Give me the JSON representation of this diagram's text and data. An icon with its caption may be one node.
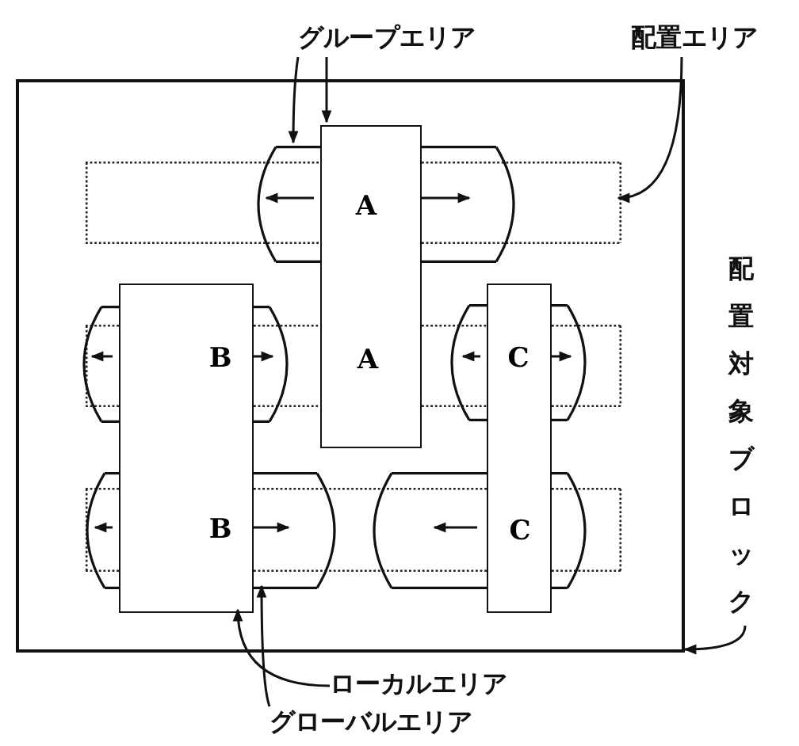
{
  "diagram": {
    "nodes": [
      {
        "text": [],
        "shape": "box"
      },
      {
        "text": [
          "グループエリア"
        ]
      },
      {
        "text": [
          "配置エリア"
        ]
      },
      {
        "text": [
          "配置対象ブロック"
        ]
      },
      {
        "text": [
          "ローカルエリア"
        ]
      },
      {
        "text": [
          "グローバルエリア"
        ]
      },
      {
        "text": [],
        "shape": "box",
        "in": 0
      },
      {
        "text": [],
        "shape": "box",
        "in": 0
      },
      {
        "text": [],
        "shape": "box",
        "in": 0
      },
      {
        "text": [
          "A"
        ],
        "in": 0
      },
      {
        "text": [
          "B"
        ],
        "in": 0
      },
      {
        "text": [
          "C"
        ],
        "in": 0
      },
      {
        "text": [
          "B"
        ],
        "in": 0
      },
      {
        "text": [],
        "shape": "box",
        "in": 0
      },
      {
        "text": [
          "A"
        ],
        "in": 0
      },
      {
        "text": [],
        "shape": "box",
        "in": 0
      },
      {
        "text": [
          "C"
        ],
        "in": 0
      }
    ],
    "edges": [
      {
        "from": 1,
        "to": 9,
        "arrow": "to"
      },
      {
        "from": 1,
        "to": 14,
        "arrow": "to"
      },
      {
        "from": 2,
        "to": 6,
        "arrow": "to"
      },
      {
        "from": 3,
        "to": 0,
        "arrow": "to"
      },
      {
        "from": 4,
        "to": 15,
        "arrow": "to"
      },
      {
        "from": 5,
        "to": 12,
        "arrow": "to"
      }
    ]
  }
}
